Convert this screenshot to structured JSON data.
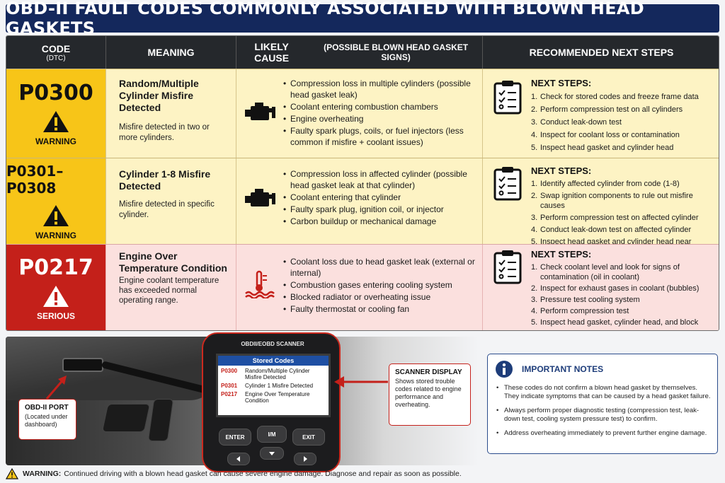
{
  "title": "OBD-II FAULT CODES COMMONLY ASSOCIATED WITH BLOWN HEAD GASKETS",
  "colors": {
    "banner": "#14285c",
    "header": "#25282c",
    "warning_code_bg": "#f7c518",
    "warning_row_bg": "#fdf3c4",
    "serious_code_bg": "#c4201a",
    "serious_row_bg": "#fbe0de",
    "notes_accent": "#1e3d7a"
  },
  "headers": {
    "code": "CODE",
    "code_sub": "(DTC)",
    "meaning": "MEANING",
    "cause": "LIKELY CAUSE",
    "cause_sub": "(POSSIBLE BLOWN HEAD GASKET SIGNS)",
    "steps": "RECOMMENDED NEXT STEPS"
  },
  "rows": [
    {
      "code": "P0300",
      "severity": "WARNING",
      "meaning_title": "Random/Multiple Cylinder Misfire Detected",
      "meaning_desc": "Misfire detected in two or more cylinders.",
      "cause_icon": "engine-icon",
      "causes": [
        "Compression loss in multiple cylinders (possible head gasket leak)",
        "Coolant entering combustion chambers",
        "Engine overheating",
        "Faulty spark plugs, coils, or fuel injectors (less common if misfire + coolant issues)"
      ],
      "steps_title": "NEXT STEPS:",
      "steps": [
        "Check for stored codes and freeze frame data",
        "Perform compression test on all cylinders",
        "Conduct leak-down test",
        "Inspect for coolant loss or contamination",
        "Inspect head gasket and cylinder head"
      ]
    },
    {
      "code": "P0301–P0308",
      "severity": "WARNING",
      "meaning_title": "Cylinder 1-8 Misfire Detected",
      "meaning_desc": "Misfire detected in specific cylinder.",
      "cause_icon": "engine-icon",
      "causes": [
        "Compression loss in affected cylinder (possible head gasket leak at that cylinder)",
        "Coolant entering that cylinder",
        "Faulty spark plug, ignition coil, or injector",
        "Carbon buildup or mechanical damage"
      ],
      "steps_title": "NEXT STEPS:",
      "steps": [
        "Identify affected cylinder from code (1-8)",
        "Swap ignition components to rule out misfire causes",
        "Perform compression test on affected cylinder",
        "Conduct leak-down test on affected cylinder",
        "Inspect head gasket and cylinder head near affected cylinder"
      ]
    },
    {
      "code": "P0217",
      "severity": "SERIOUS",
      "meaning_title": "Engine Over Temperature Condition",
      "meaning_desc": "Engine coolant temperature has exceeded normal operating range.",
      "cause_icon": "coolant-temperature-icon",
      "causes": [
        "Coolant loss due to head gasket leak (external or internal)",
        "Combustion gases entering cooling system",
        "Blocked radiator or overheating issue",
        "Faulty thermostat or cooling fan"
      ],
      "steps_title": "NEXT STEPS:",
      "steps": [
        "Check coolant level and look for signs of contamination (oil in coolant)",
        "Inspect for exhaust gases in coolant (bubbles)",
        "Pressure test cooling system",
        "Perform compression test",
        "Inspect head gasket, cylinder head, and block"
      ]
    }
  ],
  "port_callout": {
    "title": "OBD-II PORT",
    "desc": "(Located under dashboard)"
  },
  "scanner": {
    "brand": "OBDII/EOBD SCANNER",
    "screen_title": "Stored Codes",
    "codes": [
      {
        "code": "P0300",
        "desc": "Random/Multiple Cylinder Misfire Detected"
      },
      {
        "code": "P0301",
        "desc": "Cylinder 1 Misfire Detected"
      },
      {
        "code": "P0217",
        "desc": "Engine Over Temperature Condition"
      }
    ],
    "buttons": {
      "enter": "ENTER",
      "im": "I/M",
      "exit": "EXIT"
    }
  },
  "display_callout": {
    "title": "SCANNER DISPLAY",
    "desc": "Shows stored trouble codes related to engine performance and overheating."
  },
  "notes": {
    "title": "IMPORTANT NOTES",
    "items": [
      "These codes do not confirm a blown head gasket by themselves. They indicate symptoms that can be caused by a head gasket failure.",
      "Always perform proper diagnostic testing (compression test, leak-down test, cooling system pressure test) to confirm.",
      "Address overheating immediately to prevent further engine damage."
    ]
  },
  "footer": {
    "label": "WARNING:",
    "text": "Continued driving with a blown head gasket can cause severe engine damage. Diagnose and repair as soon as possible."
  }
}
